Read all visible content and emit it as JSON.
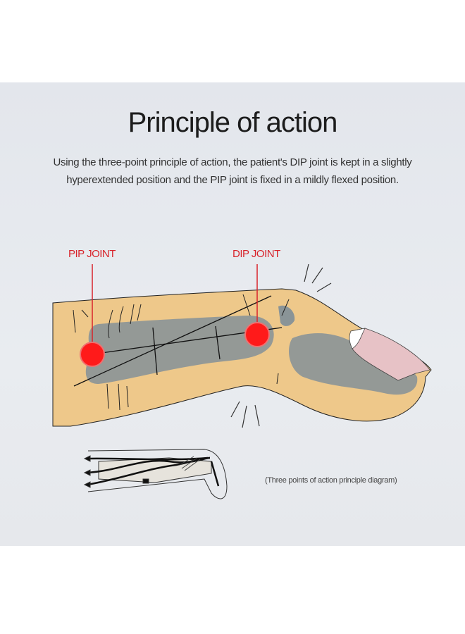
{
  "title": "Principle of action",
  "description": "Using the three-point principle of action, the patient's DIP joint is kept in a slightly hyperextended position and the PIP joint is fixed in a mildly flexed position.",
  "labels": {
    "pip": "PIP JOINT",
    "dip": "DIP JOINT"
  },
  "caption": "(Three points of action principle diagram)",
  "colors": {
    "accent": "#d8232a",
    "skin": "#eec88a",
    "bone": "#8a9497",
    "nail": "#e7c2c6",
    "joint": "#ff1a1a"
  }
}
